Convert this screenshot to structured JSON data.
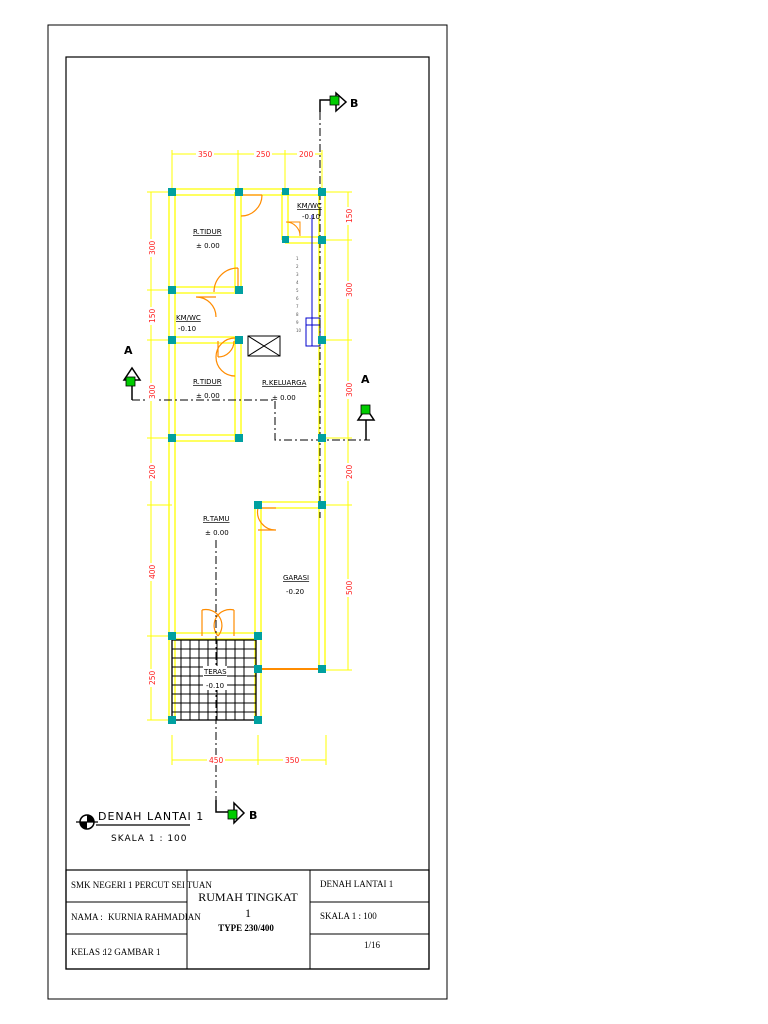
{
  "rooms": [
    {
      "name": "R.TIDUR",
      "level": "± 0.00"
    },
    {
      "name": "KM/WC",
      "level": "-0.10"
    },
    {
      "name": "KM/WC",
      "level": "-0.10"
    },
    {
      "name": "R.TIDUR",
      "level": "± 0.00"
    },
    {
      "name": "R.KELUARGA",
      "level": "± 0.00"
    },
    {
      "name": "R.TAMU",
      "level": "± 0.00"
    },
    {
      "name": "GARASI",
      "level": "-0.20"
    },
    {
      "name": "TERAS",
      "level": "-0.10"
    }
  ],
  "dimensions": {
    "top": [
      "350",
      "250",
      "200"
    ],
    "left": [
      "300",
      "150",
      "300",
      "200",
      "400",
      "250"
    ],
    "right": [
      "150",
      "300",
      "300",
      "200",
      "500"
    ],
    "bottom": [
      "450",
      "350"
    ]
  },
  "section_marks": {
    "a": "A",
    "b": "B"
  },
  "legend": {
    "title": "DENAH LANTAI 1",
    "scale": "SKALA 1 : 100"
  },
  "title_block": {
    "school": "SMK NEGERI 1 PERCUT SEI TUAN",
    "name_label": "NAMA  :",
    "name_value": "KURNIA RAHMADIAN",
    "class_label": "KELAS :",
    "class_value": "12 GAMBAR 1",
    "project_line1": "RUMAH TINGKAT",
    "project_line2": "1",
    "type": "TYPE 230/400",
    "drawing": "DENAH LANTAI 1",
    "scale": "SKALA 1 : 100",
    "sheet": "1/16"
  },
  "colors": {
    "wall": "#ffff00",
    "column": "#00a0a0",
    "dimension": "#ff2020",
    "door": "#ff8c00",
    "stair": "#0000cc",
    "section_box": "#00cc00"
  }
}
